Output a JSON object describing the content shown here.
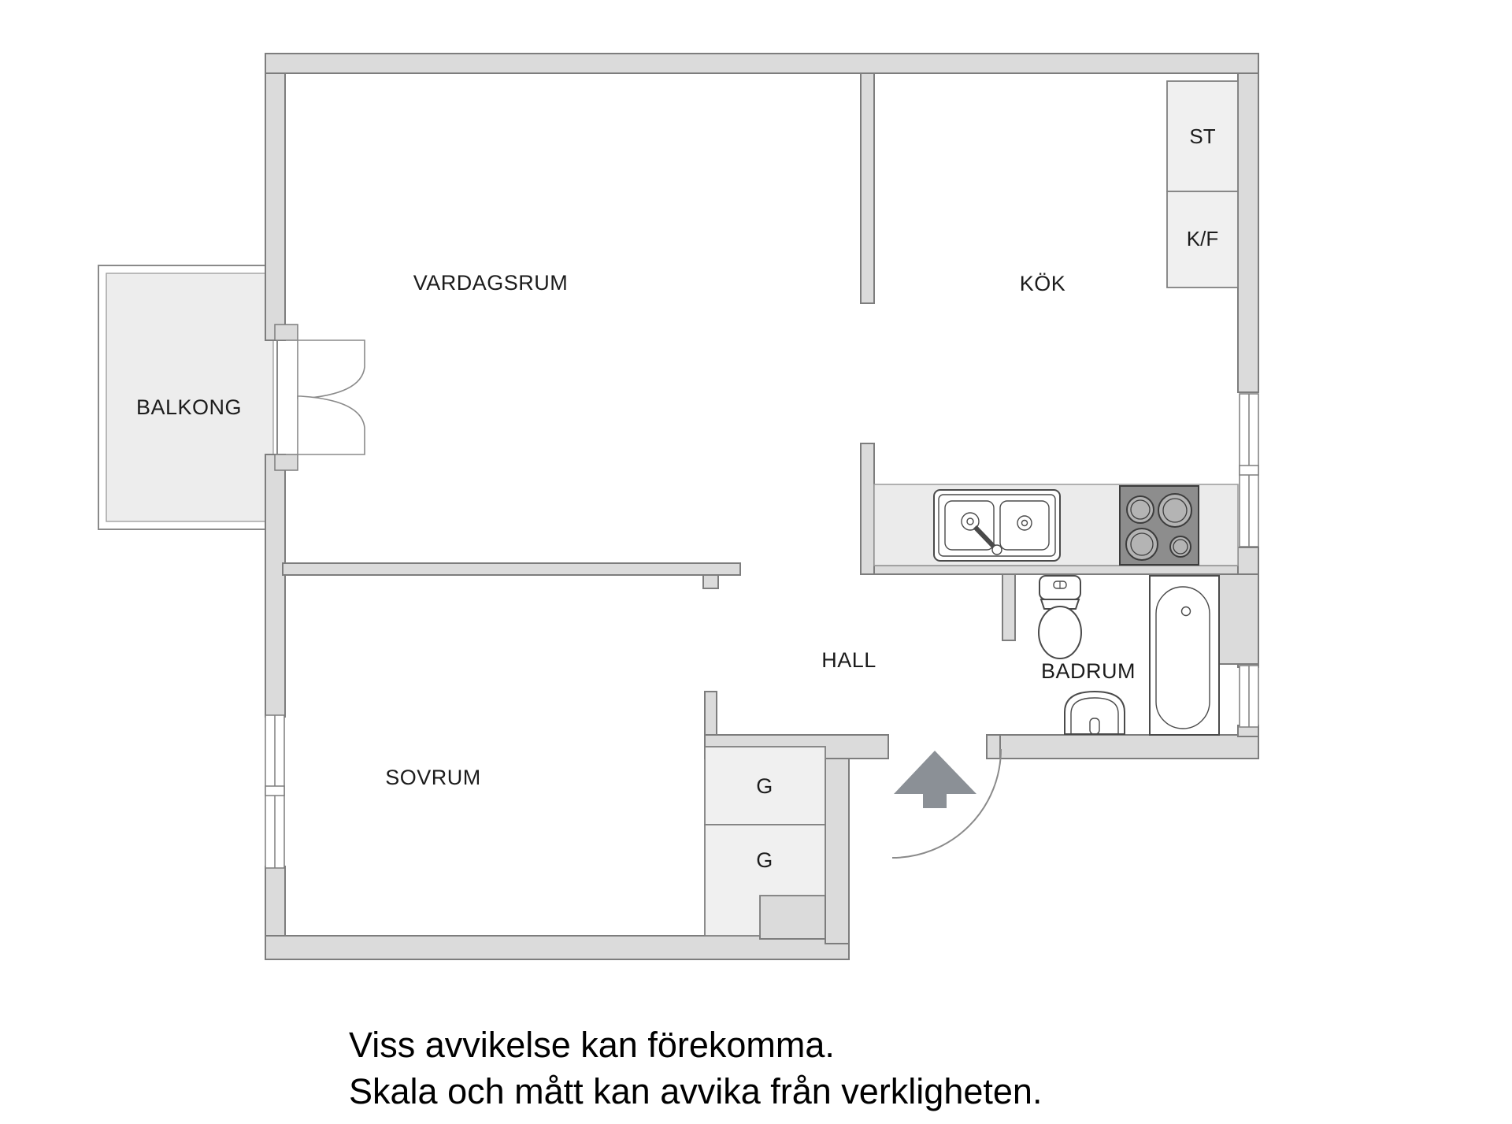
{
  "title": "Apartment floor plan",
  "rooms": {
    "vardagsrum": "VARDAGSRUM",
    "kok": "KÖK",
    "balkong": "BALKONG",
    "sovrum": "SOVRUM",
    "hall": "HALL",
    "badrum": "BADRUM"
  },
  "storage": {
    "st": "ST",
    "kf": "K/F",
    "g_upper": "G",
    "g_lower": "G"
  },
  "disclaimer": {
    "line1": "Viss avvikelse kan förekomma.",
    "line2": "Skala och mått kan avvika från verkligheten."
  },
  "fixtures": [
    "kitchen-sink",
    "stove",
    "toilet",
    "washbasin",
    "bathtub",
    "entry-door-arc",
    "entrance-arrow",
    "balcony-double-doors",
    "bedroom-window",
    "kitchen-window",
    "bathroom-window"
  ],
  "colors": {
    "wall_fill": "#dbdbdb",
    "wall_stroke": "#7d7d7d",
    "fixture_stroke": "#4a4a4a",
    "storage_fill": "#f0f0f0",
    "stove_fill": "#8d8d8d",
    "burner_fill": "#b4b4b4",
    "arrow_fill": "#8b9096",
    "balcony_fill": "#ededed",
    "text": "#1c1c1c",
    "background": "#ffffff"
  }
}
